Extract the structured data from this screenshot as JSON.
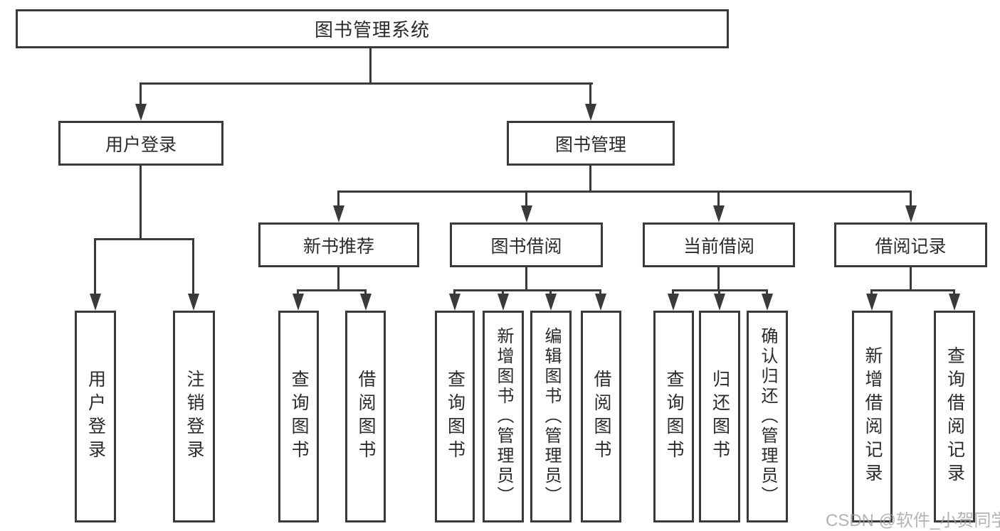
{
  "colors": {
    "line": "#3a3a3a",
    "text": "#2b2b2b",
    "watermark": "#9e9e9e"
  },
  "watermark": "CSDN @软件_小贺同学",
  "tree": {
    "root": "图书管理系统",
    "children": [
      {
        "label": "用户登录",
        "leaves": [
          "用户登录",
          "注销登录"
        ]
      },
      {
        "label": "图书管理",
        "children": [
          {
            "label": "新书推荐",
            "leaves": [
              "查询图书",
              "借阅图书"
            ]
          },
          {
            "label": "图书借阅",
            "leaves": [
              "查询图书",
              "新增图书（管理员）",
              "编辑图书（管理员）",
              "借阅图书"
            ]
          },
          {
            "label": "当前借阅",
            "leaves": [
              "查询图书",
              "归还图书",
              "确认归还（管理员）"
            ]
          },
          {
            "label": "借阅记录",
            "leaves": [
              "新增借阅记录",
              "查询借阅记录"
            ]
          }
        ]
      }
    ]
  }
}
